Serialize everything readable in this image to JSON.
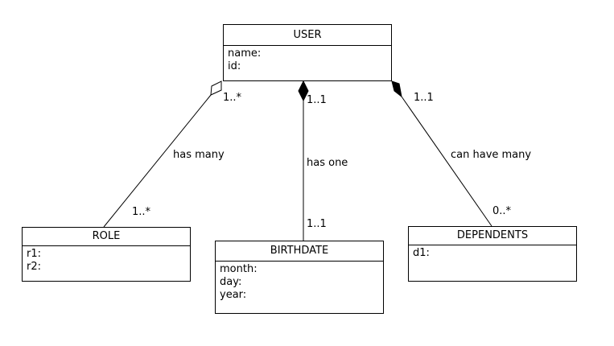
{
  "classes": {
    "user": {
      "name": "USER",
      "attrs": [
        "name:",
        "id:"
      ]
    },
    "role": {
      "name": "ROLE",
      "attrs": [
        "r1:",
        "r2:"
      ]
    },
    "birthdate": {
      "name": "BIRTHDATE",
      "attrs": [
        "month:",
        "day:",
        "year:"
      ]
    },
    "dependents": {
      "name": "DEPENDENTS",
      "attrs": [
        "d1:"
      ]
    }
  },
  "associations": {
    "role": {
      "label": "has many",
      "user_end": "1..*",
      "target_end": "1..*",
      "kind": "aggregation"
    },
    "birthdate": {
      "label": "has one",
      "user_end": "1..1",
      "target_end": "1..1",
      "kind": "composition"
    },
    "dependents": {
      "label": "can have many",
      "user_end": "1..1",
      "target_end": "0..*",
      "kind": "composition"
    }
  }
}
